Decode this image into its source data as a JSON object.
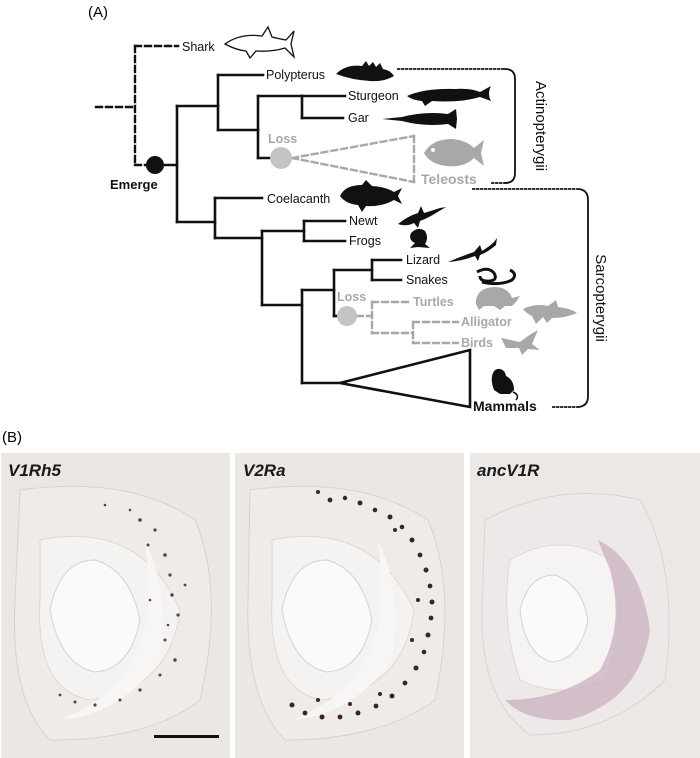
{
  "figure": {
    "panel_a_label": "(A)",
    "panel_b_label": "(B)"
  },
  "tree": {
    "taxa": {
      "shark": "Shark",
      "polypterus": "Polypterus",
      "sturgeon": "Sturgeon",
      "gar": "Gar",
      "teleosts": "Teleosts",
      "coelacanth": "Coelacanth",
      "newt": "Newt",
      "frogs": "Frogs",
      "lizard": "Lizard",
      "snakes": "Snakes",
      "turtles": "Turtles",
      "alligator": "Alligator",
      "birds": "Birds",
      "mammals": "Mammals"
    },
    "events": {
      "emerge": "Emerge",
      "loss_actinopterygii": "Loss",
      "loss_sauropsida": "Loss"
    },
    "groups": {
      "actinopterygii": "Actinopterygii",
      "sarcopterygii": "Sarcopterygii"
    },
    "colors": {
      "present": "#111111",
      "lost": "#a8a8a8",
      "event_emerge": "#111111",
      "event_loss": "#bdbdbd"
    }
  },
  "micrographs": [
    {
      "gene": "V1Rh5",
      "staining": "sparse",
      "bg": "#ebe7e3"
    },
    {
      "gene": "V2Ra",
      "staining": "dense basal",
      "bg": "#ebe7e3"
    },
    {
      "gene": "ancV1R",
      "staining": "diffuse",
      "bg": "#ece8e6"
    }
  ],
  "icons": [
    "shark-icon",
    "polypterus-icon",
    "sturgeon-icon",
    "gar-icon",
    "teleost-icon",
    "coelacanth-icon",
    "newt-icon",
    "frog-icon",
    "lizard-icon",
    "snake-icon",
    "turtle-icon",
    "alligator-icon",
    "bird-icon",
    "mouse-icon"
  ]
}
